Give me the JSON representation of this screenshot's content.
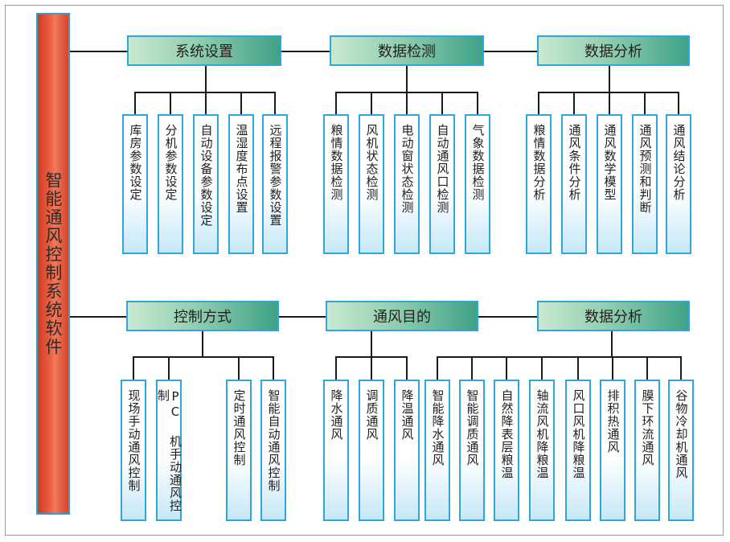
{
  "root": {
    "label": "智能通风控制系统软件"
  },
  "top": {
    "g1": {
      "title": "系统设置",
      "items": [
        "库房参数设定",
        "分机参数设定",
        "自动设备参数设定",
        "温湿度布点设置",
        "远程报警参数设置"
      ]
    },
    "g2": {
      "title": "数据检测",
      "items": [
        "粮情数据检测",
        "风机状态检测",
        "电动窗状态检测",
        "自动通风口检测",
        "气象数据检测"
      ]
    },
    "g3": {
      "title": "数据分析",
      "items": [
        "粮情数据分析",
        "通风条件分析",
        "通风数学模型",
        "通风预测和判断",
        "通风结论分析"
      ]
    }
  },
  "bottom": {
    "g1": {
      "title": "控制方式",
      "items": [
        "现场手动通风控制",
        "PC 机手动通风控制",
        "定时通风控制",
        "智能自动通风控制"
      ]
    },
    "g2": {
      "title": "通风目的",
      "items": [
        "降水通风",
        "调质通风",
        "降温通风"
      ]
    },
    "g3": {
      "title": "数据分析",
      "items": [
        "智能降水通风",
        "智能调质通风",
        "自然降表层粮温",
        "轴流风机降粮温",
        "风口风机降粮温",
        "排积热通风",
        "膜下环流通风",
        "谷物冷却机通风"
      ]
    }
  },
  "colors": {
    "root_fill": "#e85a3c",
    "header_fill": "#5fb796",
    "border": "#2fa6dc",
    "leaf_fill": "#c6e8f8"
  }
}
